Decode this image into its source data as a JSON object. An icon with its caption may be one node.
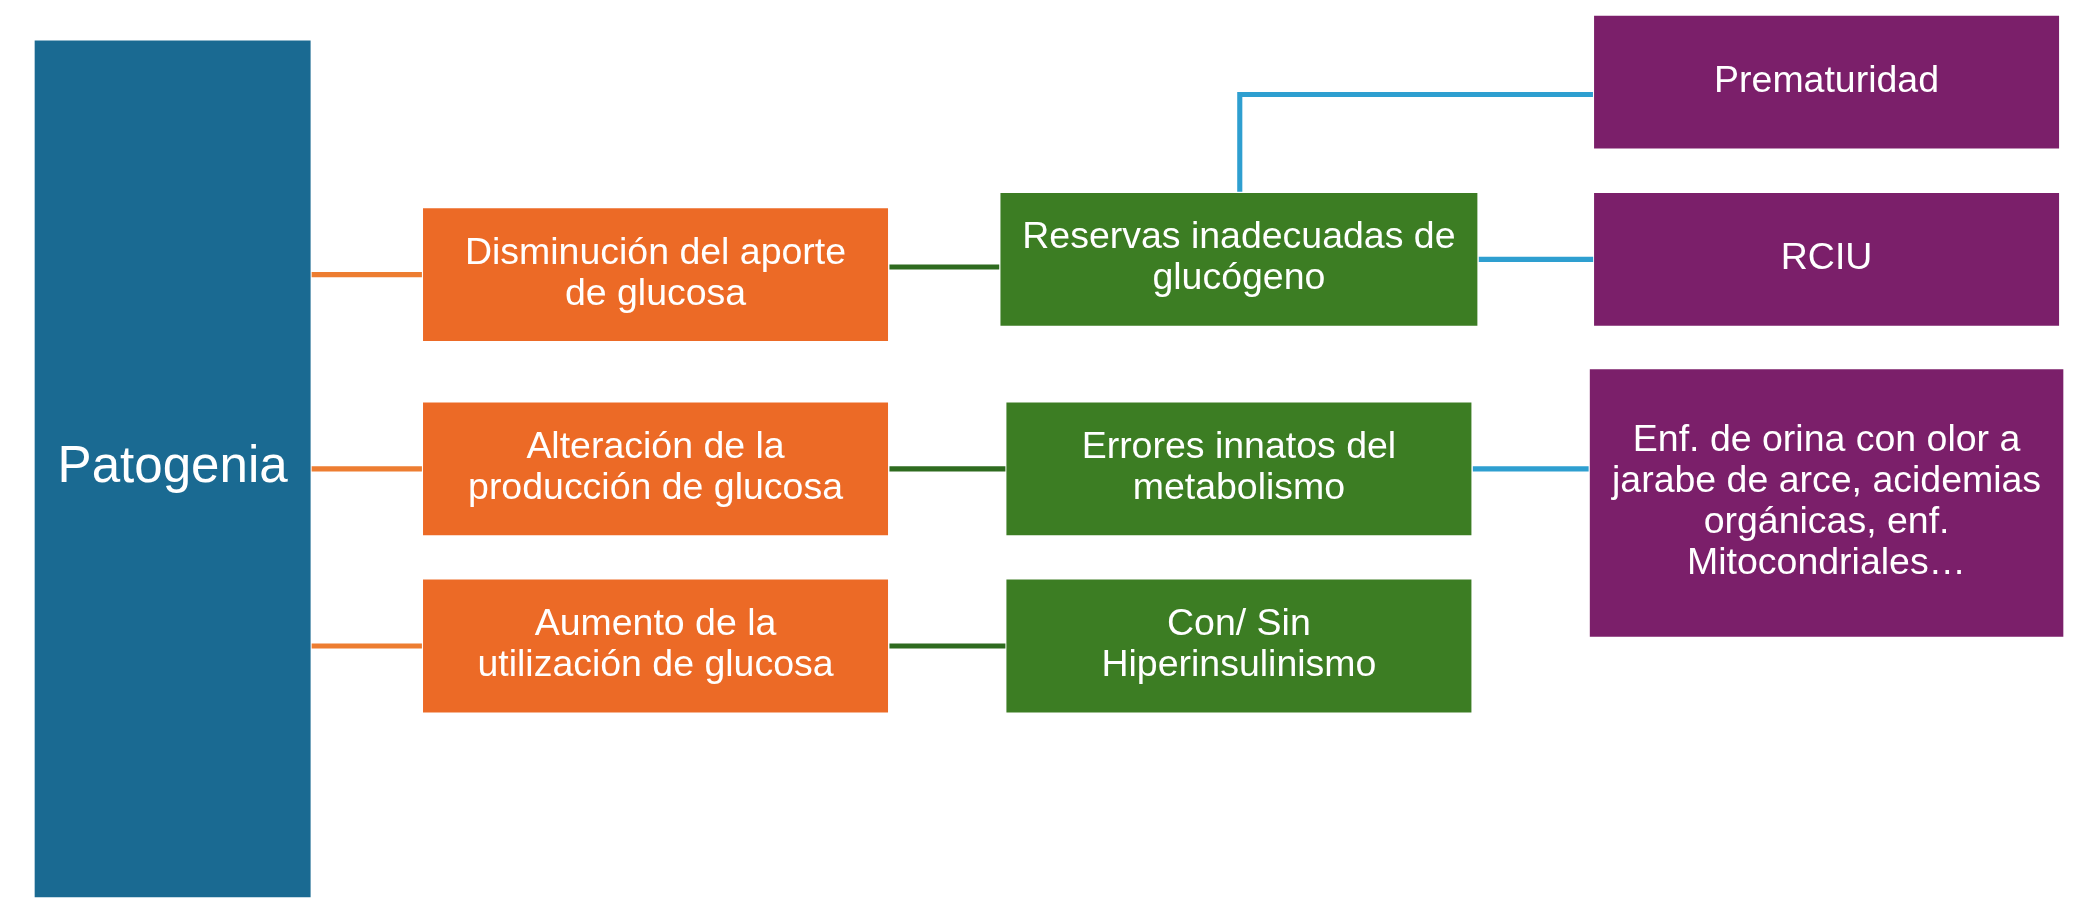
{
  "diagram": {
    "nodes": [
      {
        "text": [
          "Patogenia"
        ]
      },
      {
        "text": [
          "Disminución del aporte de glucosa"
        ]
      },
      {
        "text": [
          "Reservas inadecuadas de glucógeno"
        ]
      },
      {
        "text": [
          "Prematuridad"
        ]
      },
      {
        "text": [
          "RCIU"
        ]
      },
      {
        "text": [
          "Alteración de la producción de glucosa"
        ]
      },
      {
        "text": [
          "Errores innatos del metabolismo"
        ]
      },
      {
        "text": [
          "Enf. de orina con olor a jarabe de arce, acidemias orgánicas, enf. Mitocondriales…"
        ]
      },
      {
        "text": [
          "Aumento de la utilización de glucosa"
        ]
      },
      {
        "text": [
          "Con/ Sin Hiperinsulinismo"
        ]
      }
    ],
    "edges": [
      {
        "from": 0,
        "to": 1,
        "arrow": "none",
        "color": "#ed7d31"
      },
      {
        "from": 0,
        "to": 5,
        "arrow": "none",
        "color": "#ed7d31"
      },
      {
        "from": 0,
        "to": 8,
        "arrow": "none",
        "color": "#ed7d31"
      },
      {
        "from": 1,
        "to": 2,
        "arrow": "none",
        "color": "#2e6b1f"
      },
      {
        "from": 2,
        "to": 3,
        "arrow": "none",
        "color": "#2e9fd0"
      },
      {
        "from": 2,
        "to": 4,
        "arrow": "none",
        "color": "#2e9fd0"
      },
      {
        "from": 5,
        "to": 6,
        "arrow": "none",
        "color": "#2e6b1f"
      },
      {
        "from": 6,
        "to": 7,
        "arrow": "none",
        "color": "#2e9fd0"
      },
      {
        "from": 8,
        "to": 9,
        "arrow": "none",
        "color": "#2e6b1f"
      }
    ]
  }
}
